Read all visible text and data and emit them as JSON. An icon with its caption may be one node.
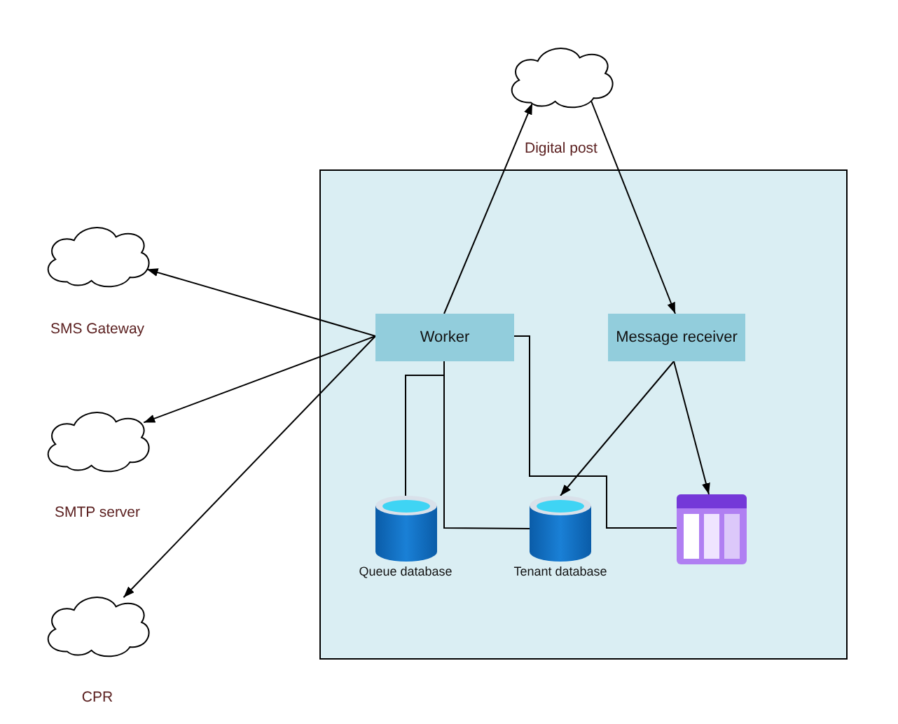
{
  "diagram": {
    "nodes": [
      {
        "text": [
          "Digital post"
        ]
      },
      {
        "text": [],
        "shape": "box"
      },
      {
        "text": [
          "SMS Gateway"
        ]
      },
      {
        "text": [
          "Worker"
        ],
        "in": 1
      },
      {
        "text": [
          "Message receiver"
        ],
        "in": 1
      },
      {
        "text": [
          "SMTP server"
        ]
      },
      {
        "text": [
          "Queue database"
        ],
        "in": 1
      },
      {
        "text": [
          "Tenant database"
        ],
        "in": 1
      },
      {
        "text": [],
        "shape": "picture",
        "in": 1
      },
      {
        "text": [
          "CPR"
        ]
      }
    ],
    "edges": [
      {
        "from": 3,
        "to": 0,
        "arrow": "to"
      },
      {
        "from": 0,
        "to": 4,
        "arrow": "to"
      },
      {
        "from": 3,
        "to": 2,
        "arrow": "to"
      },
      {
        "from": 3,
        "to": 5,
        "arrow": "to"
      },
      {
        "from": 3,
        "to": 9,
        "arrow": "to"
      },
      {
        "from": 3,
        "to": 6,
        "arrow": "none"
      },
      {
        "from": 3,
        "to": 7,
        "arrow": "none"
      },
      {
        "from": 3,
        "to": 8,
        "arrow": "none"
      },
      {
        "from": 4,
        "to": 7,
        "arrow": "to"
      },
      {
        "from": 4,
        "to": 8,
        "arrow": "to"
      }
    ]
  }
}
